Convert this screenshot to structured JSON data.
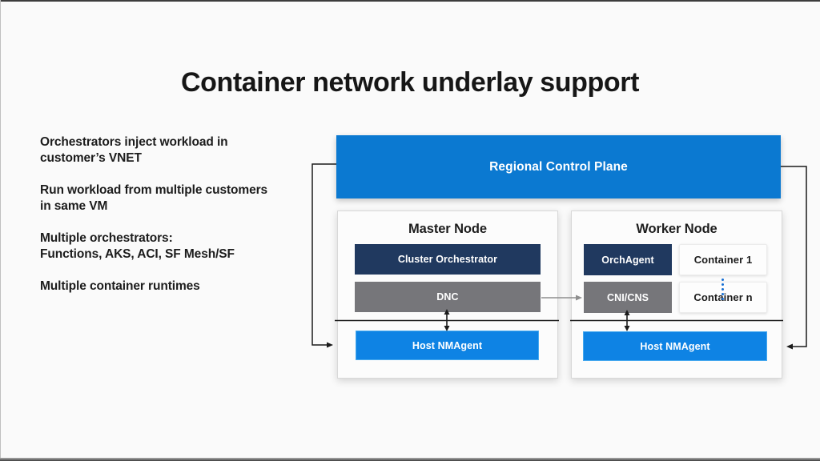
{
  "slide": {
    "title": "Container network underlay support",
    "bullets": [
      "Orchestrators inject workload in\ncustomer’s VNET",
      "Run workload from multiple customers\nin same VM",
      "Multiple orchestrators:\nFunctions, AKS, ACI, SF Mesh/SF",
      "Multiple container runtimes"
    ]
  },
  "diagram": {
    "control_plane": {
      "label": "Regional Control Plane"
    },
    "master_node": {
      "title": "Master Node",
      "cluster_orchestrator_label": "Cluster Orchestrator",
      "dnc_label": "DNC",
      "host_nmagent_label": "Host NMAgent"
    },
    "worker_node": {
      "title": "Worker Node",
      "orchagent_label": "OrchAgent",
      "cni_cns_label": "CNI/CNS",
      "container_1_label": "Container 1",
      "container_n_label": "Container n",
      "host_nmagent_label": "Host NMAgent"
    }
  },
  "theme": {
    "accent-blue": "#0b79d1",
    "bright-blue": "#0e83e4",
    "navy": "#20395f",
    "box-gray": "#76767a",
    "line-dark": "#1b1b1b",
    "line-gray": "#8f8f8f",
    "dot-blue": "#176fd4",
    "text-dark": "#1a1a1a"
  }
}
